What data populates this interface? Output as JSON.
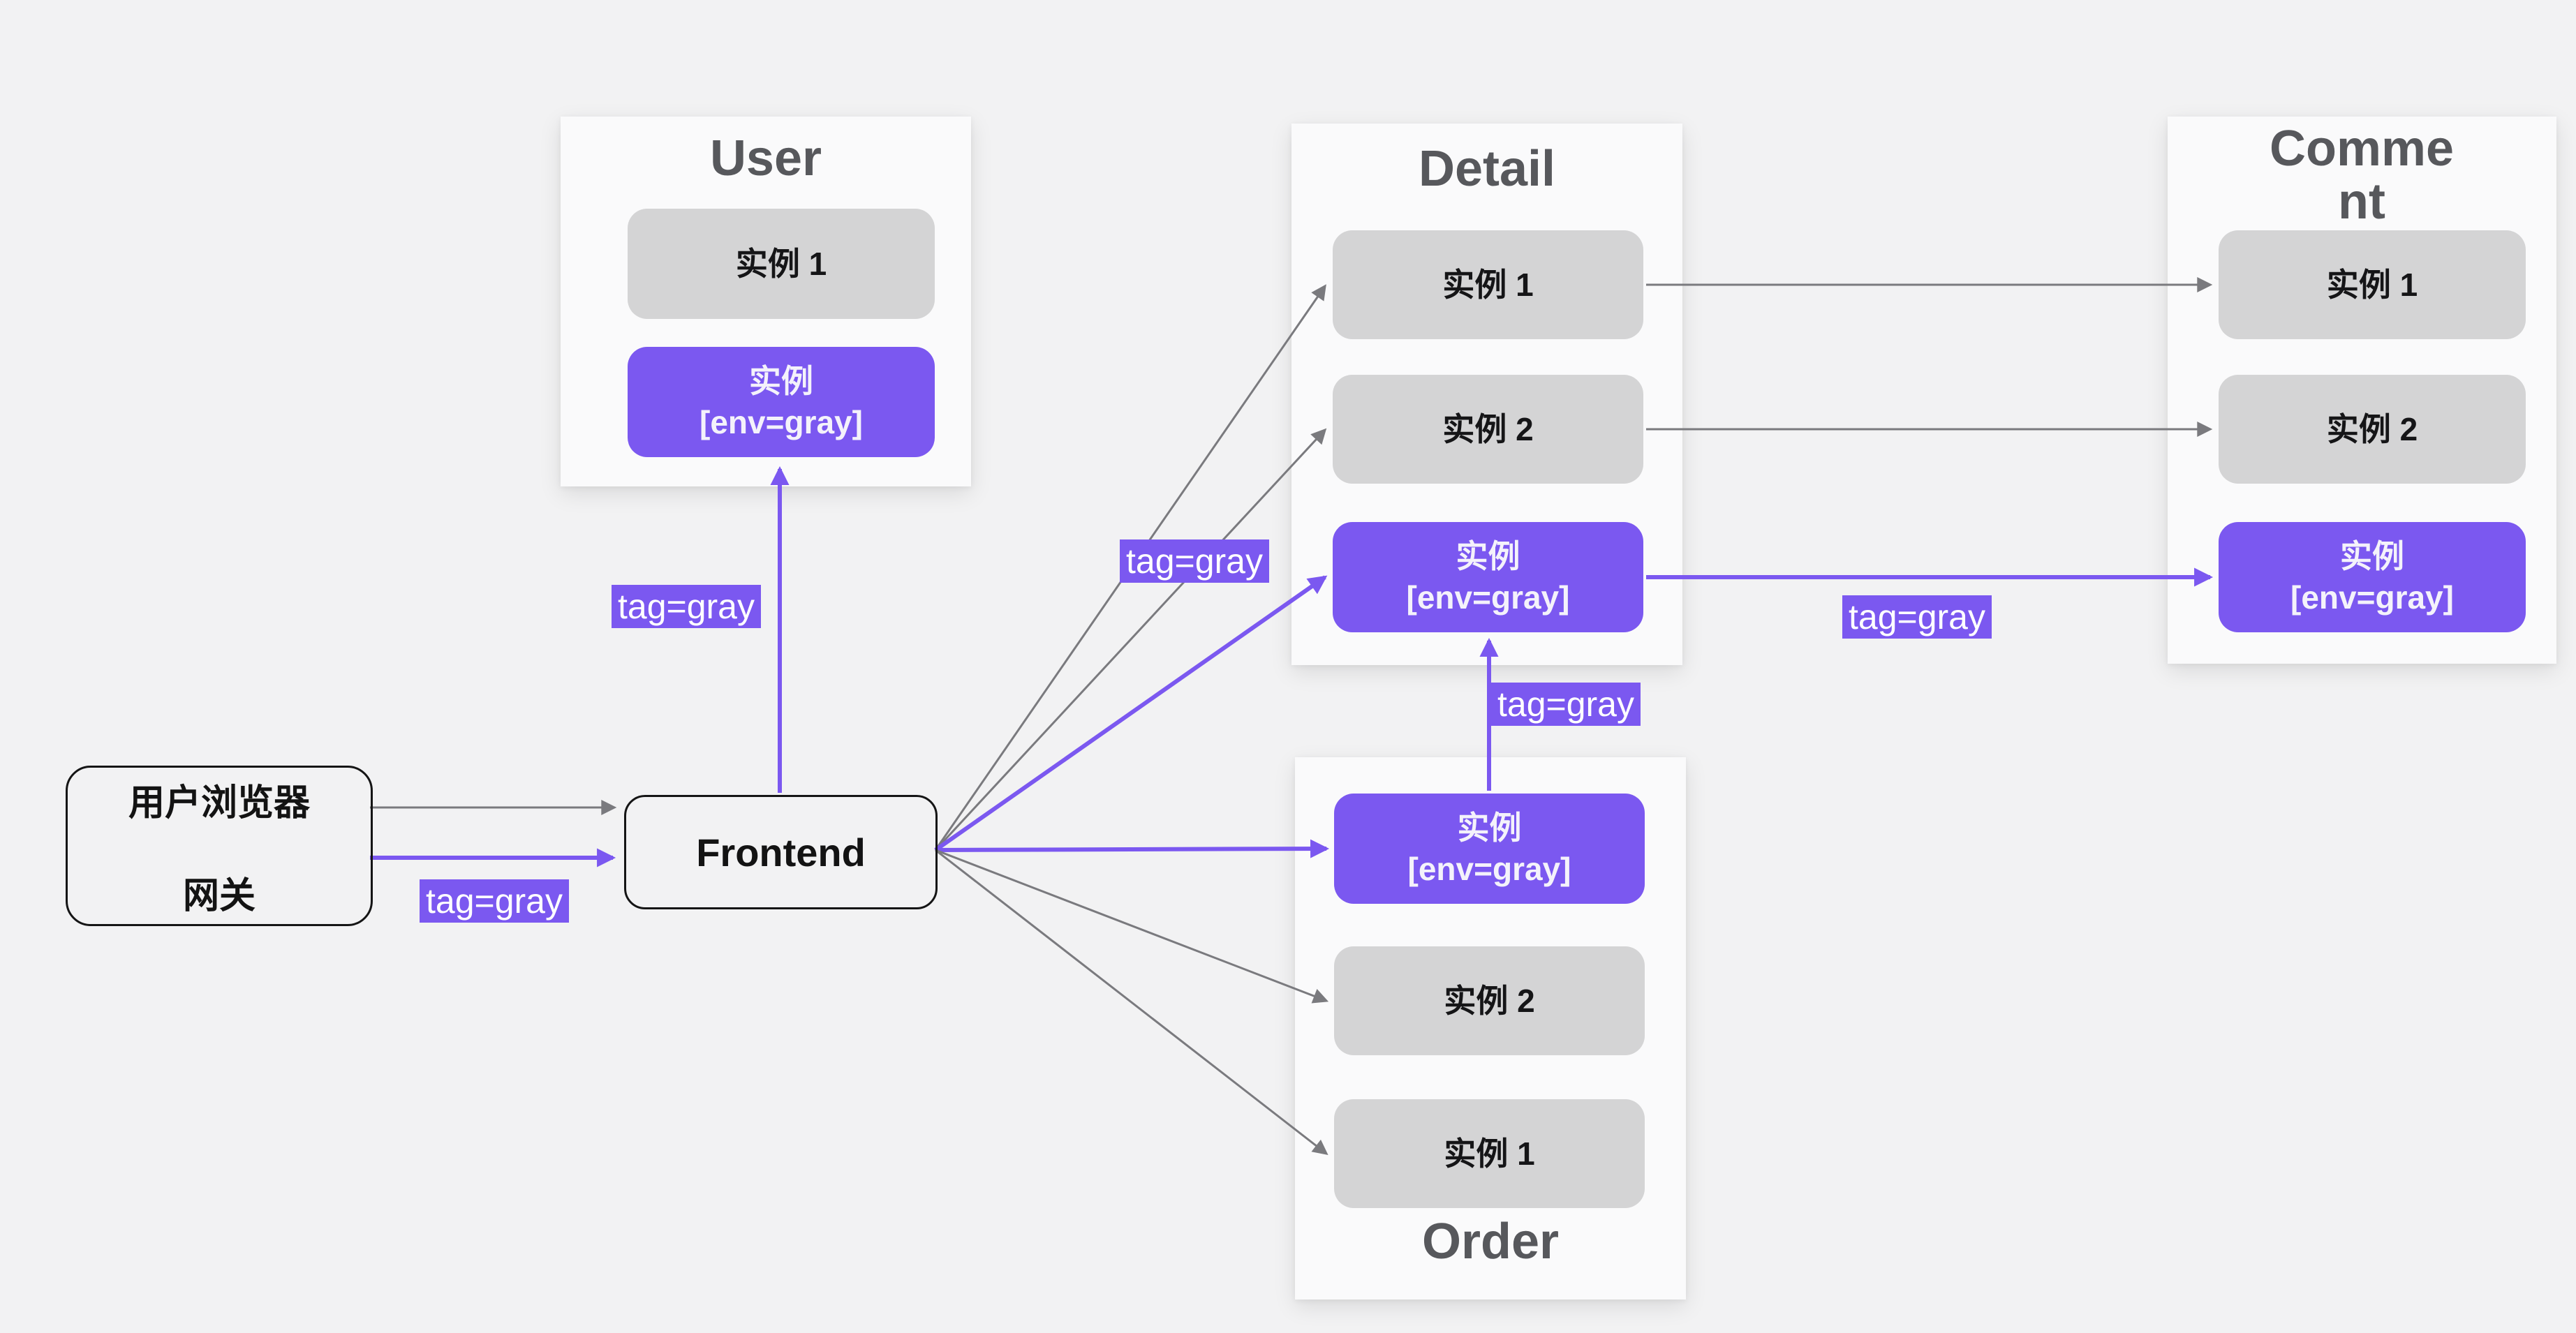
{
  "colors": {
    "background": "#f2f2f3",
    "card": "#fafafb",
    "instance_gray": "#d4d4d5",
    "accent_purple": "#7b58f0",
    "arrow_gray": "#7a7a7e",
    "title_gray": "#57585c",
    "text_dark": "#151517"
  },
  "nodes": {
    "gateway": {
      "line1": "用户浏览器",
      "line2": "网关"
    },
    "frontend": {
      "label": "Frontend"
    }
  },
  "groups": {
    "user": {
      "title": "User",
      "instances": [
        {
          "label": "实例 1",
          "type": "normal"
        },
        {
          "label": "实例\n[env=gray]",
          "type": "gray"
        }
      ]
    },
    "detail": {
      "title": "Detail",
      "instances": [
        {
          "label": "实例 1",
          "type": "normal"
        },
        {
          "label": "实例 2",
          "type": "normal"
        },
        {
          "label": "实例\n[env=gray]",
          "type": "gray"
        }
      ]
    },
    "order": {
      "title": "Order",
      "instances": [
        {
          "label": "实例\n[env=gray]",
          "type": "gray"
        },
        {
          "label": "实例 2",
          "type": "normal"
        },
        {
          "label": "实例 1",
          "type": "normal"
        }
      ]
    },
    "comment": {
      "title": "Comment",
      "instances": [
        {
          "label": "实例 1",
          "type": "normal"
        },
        {
          "label": "实例 2",
          "type": "normal"
        },
        {
          "label": "实例\n[env=gray]",
          "type": "gray"
        }
      ]
    }
  },
  "edge_labels": {
    "gateway_frontend": "tag=gray",
    "frontend_user": "tag=gray",
    "frontend_detail": "tag=gray",
    "order_detail": "tag=gray",
    "detail_comment": "tag=gray"
  }
}
